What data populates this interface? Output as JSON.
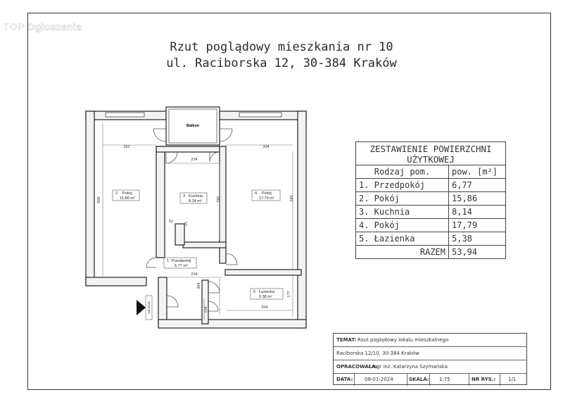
{
  "watermark": {
    "top": "TOP",
    "rest": "Ogłoszenia"
  },
  "title": {
    "line1": "Rzut poglądowy mieszkania nr 10",
    "line2": "ul. Raciborska 12, 30-384 Kraków"
  },
  "plan": {
    "balcony": "Balkon",
    "rooms": [
      {
        "id": "1",
        "name": "Przedpokój",
        "area": "6.77 m²"
      },
      {
        "id": "2",
        "name": "Pokój",
        "area": "15.86 m²"
      },
      {
        "id": "3",
        "name": "Kuchnia",
        "area": "8.14 m²"
      },
      {
        "id": "4",
        "name": "Pokój",
        "area": "17.79 m²"
      },
      {
        "id": "5",
        "name": "Łazienka",
        "area": "5.38 m²"
      }
    ],
    "dims": {
      "d262": "262",
      "d304_top": "304",
      "d234_kitchen": "234",
      "d606": "606",
      "d382": "382",
      "d585": "585",
      "d52": "52",
      "d57": "57",
      "d234_hall": "234",
      "d304_hall": "304",
      "d177": "177",
      "d304_bath": "304",
      "d104": "104"
    },
    "entrance_label": "WEJŚCIE"
  },
  "area_table": {
    "header_line1": "ZESTAWIENIE POWIERZCHNI",
    "header_line2": "UŻYTKOWEJ",
    "col1": "Rodzaj pom.",
    "col2": "pow. [m²]",
    "rows": [
      {
        "name": "1. Przedpokój",
        "value": "6,77"
      },
      {
        "name": "2. Pokój",
        "value": "15,86"
      },
      {
        "name": "3. Kuchnia",
        "value": "8,14"
      },
      {
        "name": "4. Pokój",
        "value": "17,79"
      },
      {
        "name": "5. Łazienka",
        "value": "5,38"
      }
    ],
    "total_label": "RAZEM",
    "total_value": "53,94"
  },
  "title_block": {
    "temat_label": "TEMAT:",
    "temat_value": "Rzut poglądowy lokalu mieszkalnego",
    "address": "Raciborska 12/10, 30-384 Kraków",
    "author_label": "OPRACOWAŁA:",
    "author_value": "mgr inż. Katarzyna Szymańska",
    "date_label": "DATA:",
    "date_value": "08-01-2024",
    "scale_label": "SKALA:",
    "scale_value": "1:75",
    "drawing_label": "NR RYS.:",
    "drawing_value": "1/1"
  }
}
